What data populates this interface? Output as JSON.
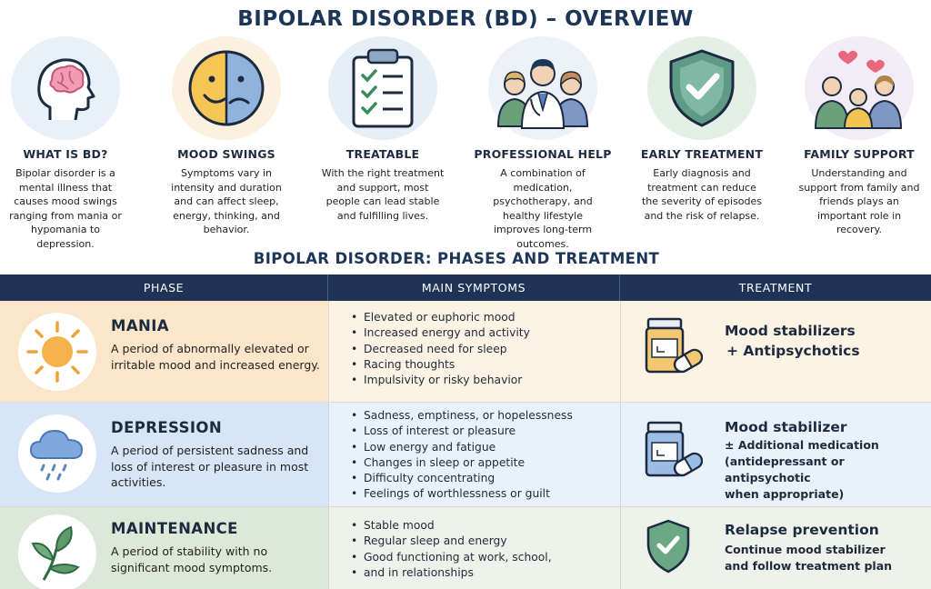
{
  "title": "BIPOLAR DISORDER (BD) – OVERVIEW",
  "overview": [
    {
      "title": "WHAT IS BD?",
      "text": "Bipolar disorder is a mental illness that causes mood swings ranging from mania or hypomania to depression.",
      "icon": "head-brain-icon",
      "color": "#e8f0fa"
    },
    {
      "title": "MOOD SWINGS",
      "text": "Symptoms vary in intensity and duration and can affect sleep, energy, thinking, and behavior.",
      "icon": "happy-sad-face-icon",
      "color": "#fbf1de"
    },
    {
      "title": "TREATABLE",
      "text": "With the right treatment and support, most people can lead stable and fulfilling lives.",
      "icon": "clipboard-checklist-icon",
      "color": "#e6eef8"
    },
    {
      "title": "PROFESSIONAL HELP",
      "text": "A combination of medication, psychotherapy, and healthy lifestyle improves long-term outcomes.",
      "icon": "doctor-patients-icon",
      "color": "#edf2f8"
    },
    {
      "title": "EARLY TREATMENT",
      "text": "Early diagnosis and treatment can reduce the severity of episodes and the risk of relapse.",
      "icon": "shield-check-icon",
      "color": "#e4efe6"
    },
    {
      "title": "FAMILY SUPPORT",
      "text": "Understanding and support from family and friends plays an important role in recovery.",
      "icon": "family-hearts-icon",
      "color": "#f1ecf6"
    }
  ],
  "phases_title": "BIPOLAR DISORDER: PHASES AND TREATMENT",
  "table": {
    "headers": [
      "PHASE",
      "MAIN SYMPTOMS",
      "TREATMENT"
    ],
    "rows": [
      {
        "phase": "MANIA",
        "description": "A period of abnormally elevated or irritable mood and increased energy.",
        "icon": "sun-icon",
        "symptoms": [
          "Elevated or euphoric mood",
          "Increased energy and activity",
          "Decreased need for sleep",
          "Racing thoughts",
          "Impulsivity or risky behavior"
        ],
        "treatment_icon": "medication-bottle-icon",
        "treatment_main": "Mood stabilizers",
        "treatment_lines": [
          "+ Antipsychotics"
        ]
      },
      {
        "phase": "DEPRESSION",
        "description": "A period of persistent sadness and loss of interest or pleasure in most activities.",
        "icon": "rain-cloud-icon",
        "symptoms": [
          "Sadness, emptiness, or hopelessness",
          "Loss of interest or pleasure",
          "Low energy and fatigue",
          "Changes in sleep or appetite",
          "Difficulty concentrating",
          "Feelings of worthlessness or guilt"
        ],
        "treatment_icon": "medication-bottle-icon",
        "treatment_main": "Mood stabilizer",
        "treatment_lines": [
          "± Additional medication",
          "(antidepressant or antipsychotic",
          "when appropriate)"
        ]
      },
      {
        "phase": "MAINTENANCE",
        "description": "A period of stability with no significant mood symptoms.",
        "icon": "leaf-plant-icon",
        "symptoms": [
          "Stable mood",
          "Regular sleep and energy",
          "Good functioning at work, school,",
          "and in relationships"
        ],
        "treatment_icon": "shield-check-icon",
        "treatment_main": "Relapse prevention",
        "treatment_lines": [
          "Continue mood stabilizer",
          "and follow treatment plan"
        ]
      }
    ]
  }
}
